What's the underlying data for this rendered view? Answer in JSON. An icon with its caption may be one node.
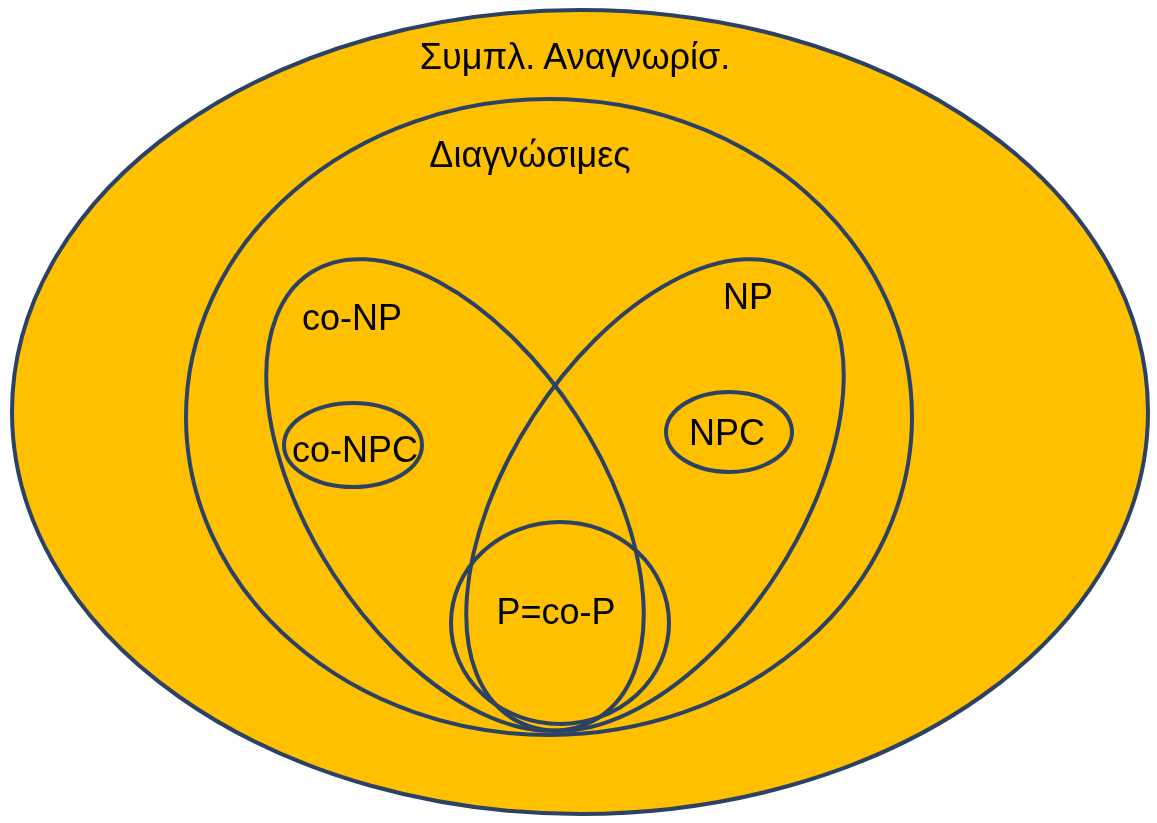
{
  "diagram": {
    "nodes": [
      {
        "text": [
          "Συμπλ. Αναγνωρίσ."
        ]
      },
      {
        "text": [
          "Διαγνώσιμες"
        ],
        "in": 0
      },
      {
        "text": [
          "co-NP"
        ],
        "in": 1
      },
      {
        "text": [
          "co-NPC"
        ],
        "in": 2
      },
      {
        "text": [
          "NP"
        ],
        "in": 1
      },
      {
        "text": [
          "NPC"
        ],
        "in": 4
      },
      {
        "text": [
          "P=co-P"
        ],
        "in": 1
      }
    ]
  }
}
